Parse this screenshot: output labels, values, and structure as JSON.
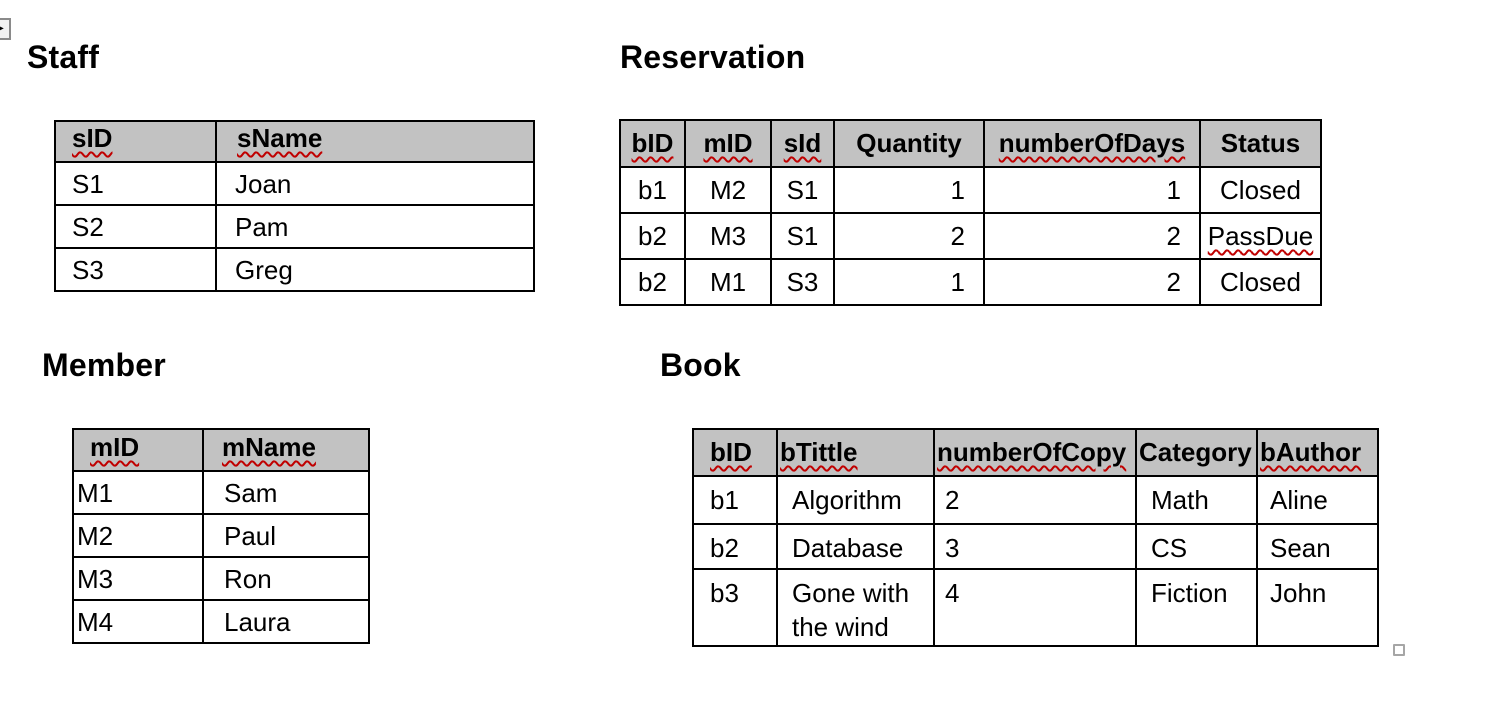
{
  "colors": {
    "header_bg": "#c2c2c2",
    "border": "#000000",
    "spellcheck": "#c00000",
    "page_bg": "#ffffff"
  },
  "icons": {
    "corner_arrow": "▶"
  },
  "titles": {
    "staff": "Staff",
    "reservation": "Reservation",
    "member": "Member",
    "book": "Book"
  },
  "staff": {
    "headers": [
      "sID",
      "sName"
    ],
    "rows": [
      [
        "S1",
        "Joan"
      ],
      [
        "S2",
        "Pam"
      ],
      [
        "S3",
        "Greg"
      ]
    ]
  },
  "reservation": {
    "headers": [
      "bID",
      "mID",
      "sId",
      "Quantity",
      "numberOfDays",
      "Status"
    ],
    "rows": [
      [
        "b1",
        "M2",
        "S1",
        "1",
        "1",
        "Closed"
      ],
      [
        "b2",
        "M3",
        "S1",
        "2",
        "2",
        "PassDue"
      ],
      [
        "b2",
        "M1",
        "S3",
        "1",
        "2",
        "Closed"
      ]
    ]
  },
  "member": {
    "headers": [
      "mID",
      "mName"
    ],
    "rows": [
      [
        "M1",
        "Sam"
      ],
      [
        "M2",
        "Paul"
      ],
      [
        "M3",
        "Ron"
      ],
      [
        "M4",
        "Laura"
      ]
    ]
  },
  "book": {
    "headers": [
      "bID",
      "bTittle",
      "numberOfCopy",
      "Category",
      "bAuthor"
    ],
    "rows": [
      [
        "b1",
        "Algorithm",
        "2",
        "Math",
        "Aline"
      ],
      [
        "b2",
        "Database",
        "3",
        "CS",
        "Sean"
      ],
      [
        "b3",
        "Gone with the wind",
        "4",
        "Fiction",
        "John"
      ]
    ]
  }
}
